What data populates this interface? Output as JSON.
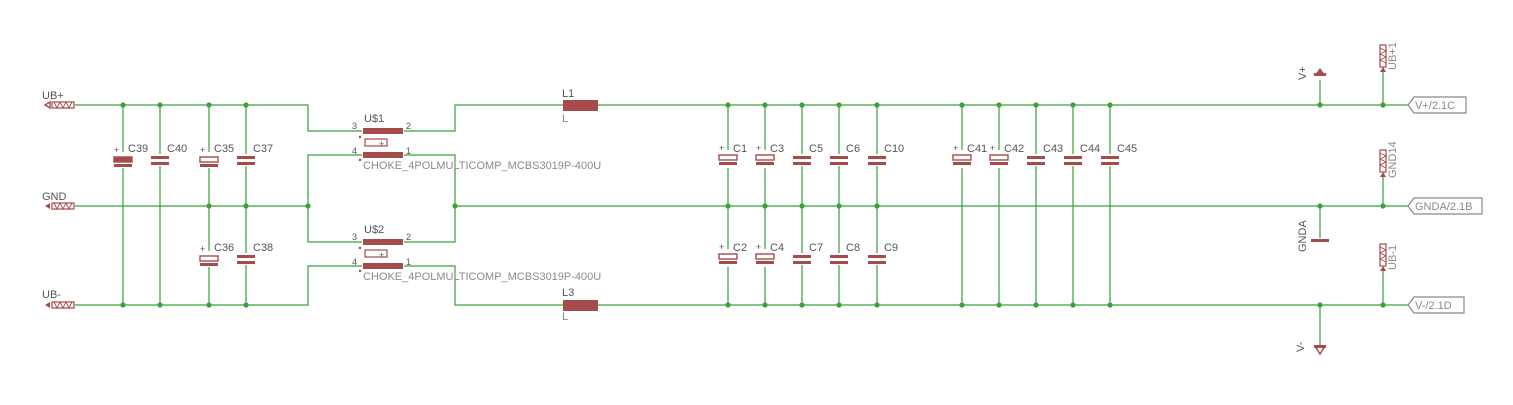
{
  "connectors": {
    "ub_plus": "UB+",
    "gnd": "GND",
    "ub_minus": "UB-"
  },
  "capacitors": {
    "c39": "C39",
    "c40": "C40",
    "c35": "C35",
    "c37": "C37",
    "c36": "C36",
    "c38": "C38",
    "c1": "C1",
    "c3": "C3",
    "c5": "C5",
    "c6": "C6",
    "c10": "C10",
    "c2": "C2",
    "c4": "C4",
    "c7": "C7",
    "c8": "C8",
    "c9": "C9",
    "c41": "C41",
    "c42": "C42",
    "c43": "C43",
    "c44": "C44",
    "c45": "C45"
  },
  "chokes": {
    "u1_name": "U$1",
    "u2_name": "U$2",
    "value": "CHOKE_4POLMULTICOMP_MCBS3019P-400U",
    "pin1": "1",
    "pin2": "2",
    "pin3": "3",
    "pin4": "4",
    "plus": "+"
  },
  "inductors": {
    "l1": "L1",
    "l3": "L3",
    "value": "L"
  },
  "supplies": {
    "v_plus": "V+",
    "v_minus": "V-",
    "gnda": "GNDA"
  },
  "pins": {
    "ub_p1": "UB+1",
    "gnd14": "GND14",
    "ub_m1": "UB-1"
  },
  "net_labels": {
    "v_plus": "V+/2.1C",
    "gnda": "GNDA/2.1B",
    "v_minus": "V-/2.1D"
  }
}
